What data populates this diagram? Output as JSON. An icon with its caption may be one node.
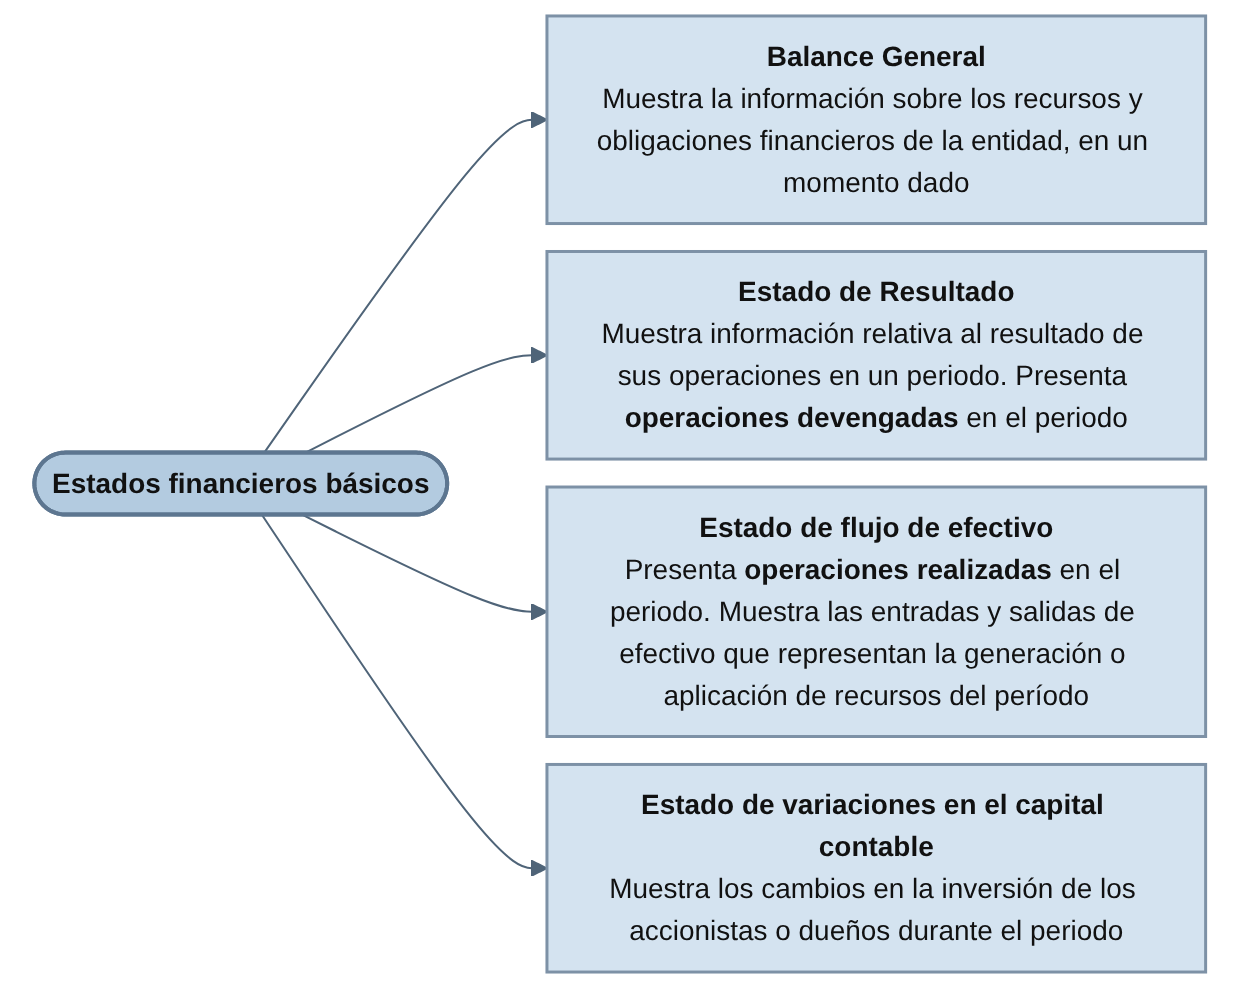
{
  "diagram": {
    "nodes": [
      {
        "text": [
          "Balance General",
          "Muestra la información sobre los recursos y obligaciones financieros de la entidad, en un momento dado"
        ]
      },
      {
        "text": [
          "Estado de Resultado",
          "Muestra información relativa al resultado de sus operaciones en un periodo. Presenta **operaciones devengadas** en el periodo"
        ]
      },
      {
        "text": [
          "Estados financieros básicos"
        ]
      },
      {
        "text": [
          "Estado de flujo de efectivo",
          "Presenta **operaciones realizadas** en el periodo. Muestra las entradas y salidas de efectivo que representan la generación o aplicación de recursos del período"
        ]
      },
      {
        "text": [
          "Estado de variaciones en el capital contable",
          "Muestra los cambios en la inversión de los accionistas o dueños durante el periodo"
        ]
      }
    ],
    "edges": [
      {
        "from": 2,
        "to": 0,
        "arrow": "to"
      },
      {
        "from": 2,
        "to": 1,
        "arrow": "to"
      },
      {
        "from": 2,
        "to": 3,
        "arrow": "to"
      },
      {
        "from": 2,
        "to": 4,
        "arrow": "to"
      }
    ]
  }
}
